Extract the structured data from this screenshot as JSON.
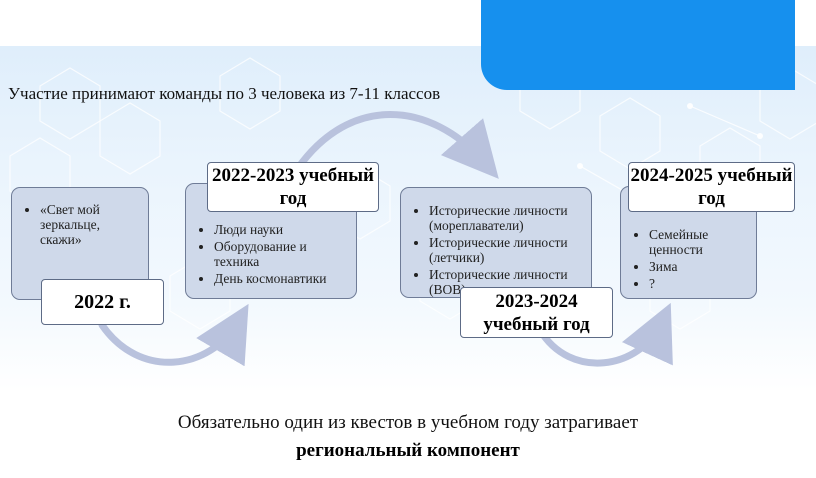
{
  "intro": "Участие принимают команды по 3 человека из 7-11 классов",
  "stages": [
    {
      "items": [
        "«Свет мой зеркальце, скажи»"
      ],
      "label": "2022 г."
    },
    {
      "items": [
        "Люди науки",
        "Оборудование и техника",
        "День космонавтики"
      ],
      "label": "2022-2023 учебный год"
    },
    {
      "items": [
        "Исторические личности (мореплаватели)",
        "Исторические личности (летчики)",
        "Исторические личности (ВОВ)"
      ],
      "label": "2023-2024 учебный год"
    },
    {
      "items": [
        "Семейные ценности",
        "Зима",
        "?"
      ],
      "label": "2024-2025 учебный год"
    }
  ],
  "footer": {
    "line1": "Обязательно один из квестов в учебном году затрагивает",
    "line2": "региональный компонент"
  },
  "colors": {
    "accent": "#1690ee",
    "card": "#cfd9ea",
    "arrow": "#b9c2dd"
  }
}
